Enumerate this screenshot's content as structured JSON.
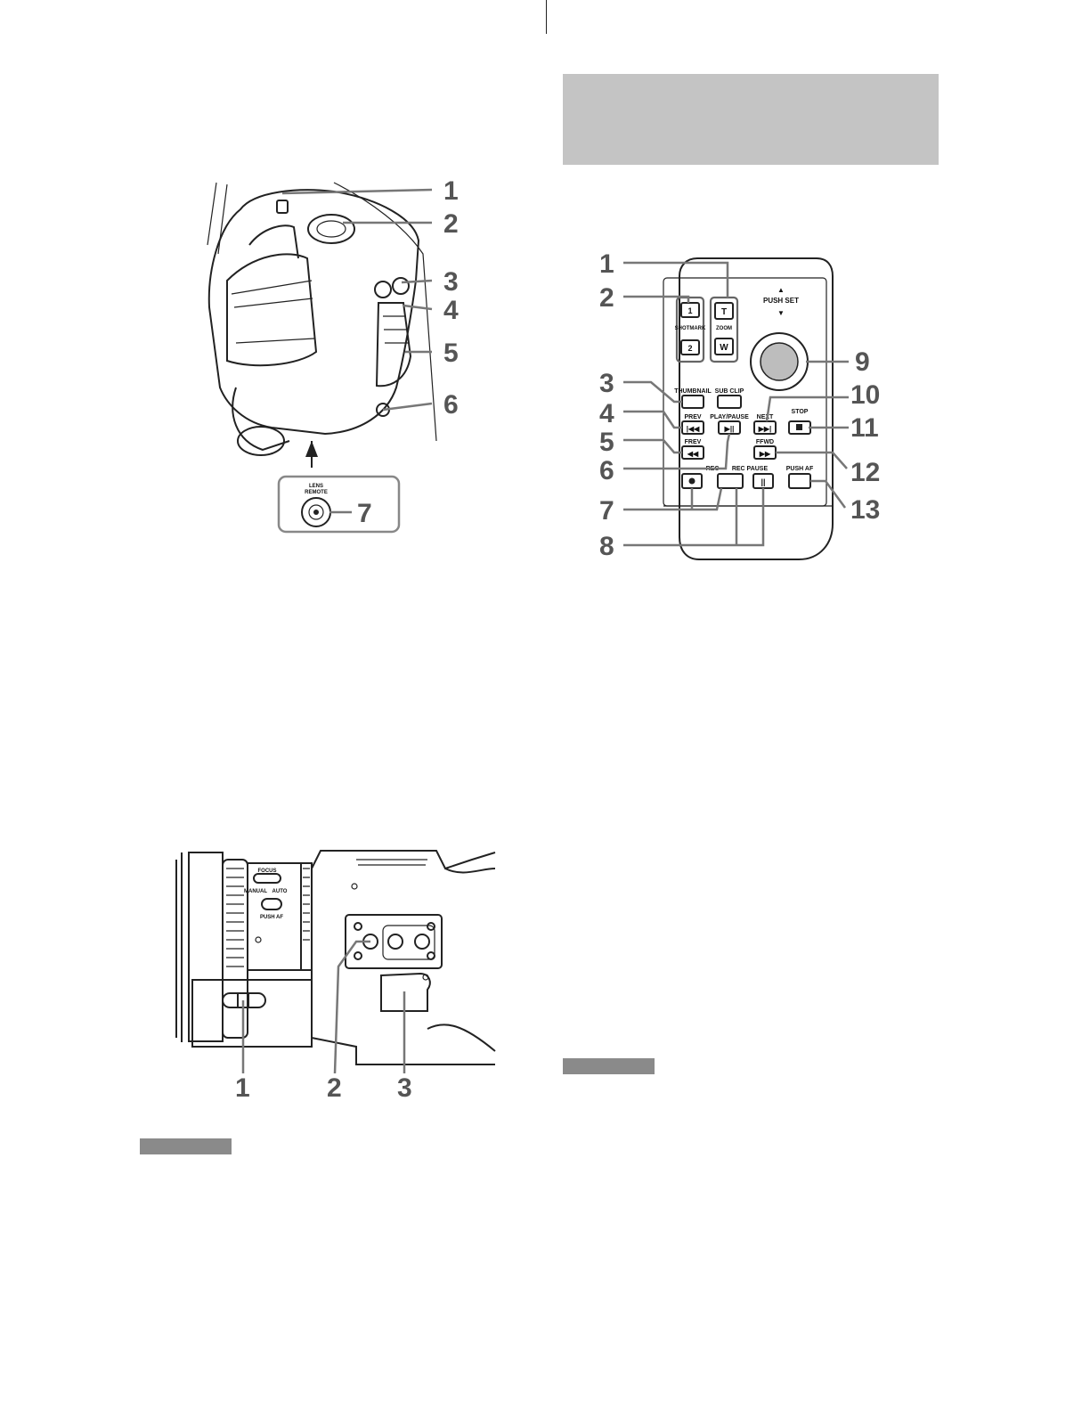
{
  "grip_figure": {
    "callouts": [
      "1",
      "2",
      "3",
      "4",
      "5",
      "6",
      "7"
    ],
    "connector_label_line1": "LENS",
    "connector_label_line2": "REMOTE"
  },
  "remote_figure": {
    "callouts": [
      "1",
      "2",
      "3",
      "4",
      "5",
      "6",
      "7",
      "8",
      "9",
      "10",
      "11",
      "12",
      "13"
    ],
    "labels": {
      "push_set": "PUSH SET",
      "shotmark": "SHOTMARK",
      "zoom": "ZOOM",
      "btn_1": "1",
      "btn_2": "2",
      "btn_t": "T",
      "btn_w": "W",
      "thumbnail": "THUMBNAIL",
      "sub_clip": "SUB CLIP",
      "prev": "PREV",
      "play_pause": "PLAY/PAUSE",
      "next": "NEXT",
      "stop": "STOP",
      "frev": "FREV",
      "ffwd": "FFWD",
      "rec": "REC",
      "rec_pause": "REC PAUSE",
      "push_af": "PUSH AF"
    }
  },
  "lens_figure": {
    "callouts": [
      "1",
      "2",
      "3"
    ],
    "labels": {
      "focus": "FOCUS",
      "manual": "MANUAL",
      "auto": "AUTO",
      "push_af": "PUSH AF"
    }
  },
  "colors": {
    "banner": "#c4c4c4",
    "note_bar": "#8a8a8a",
    "callout_text": "#555555"
  }
}
